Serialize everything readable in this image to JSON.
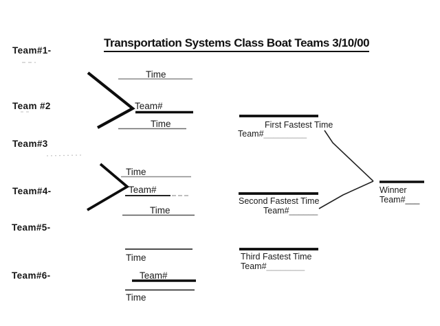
{
  "title": "Transportation Systems Class Boat Teams 3/10/00",
  "team_labels": [
    "Team#1-",
    "Team #2",
    "Team#3",
    "Team#4-",
    "Team#5-",
    "Team#6-"
  ],
  "heats": [
    {
      "time_top": "Time",
      "team": "Team#",
      "time_bottom": "Time"
    },
    {
      "time_top": "Time",
      "team": "Team#",
      "time_bottom": "Time"
    },
    {
      "time_top": "Time",
      "team": "Team#",
      "time_bottom": "Time"
    }
  ],
  "finals": {
    "first": {
      "heading": "First Fastest Time",
      "team_label": "Team#",
      "blank": "_________"
    },
    "second": {
      "heading": "Second Fastest Time",
      "team_label": "Team#",
      "blank": "______"
    },
    "third": {
      "heading": "Third Fastest Time",
      "team_label": "Team#",
      "blank": "________"
    },
    "winner": {
      "heading": "Winner",
      "team_label": "Team#",
      "blank": "___"
    }
  },
  "colors": {
    "ink": "#111111",
    "paper": "#ffffff",
    "line_gray": "#8a8a8a"
  }
}
